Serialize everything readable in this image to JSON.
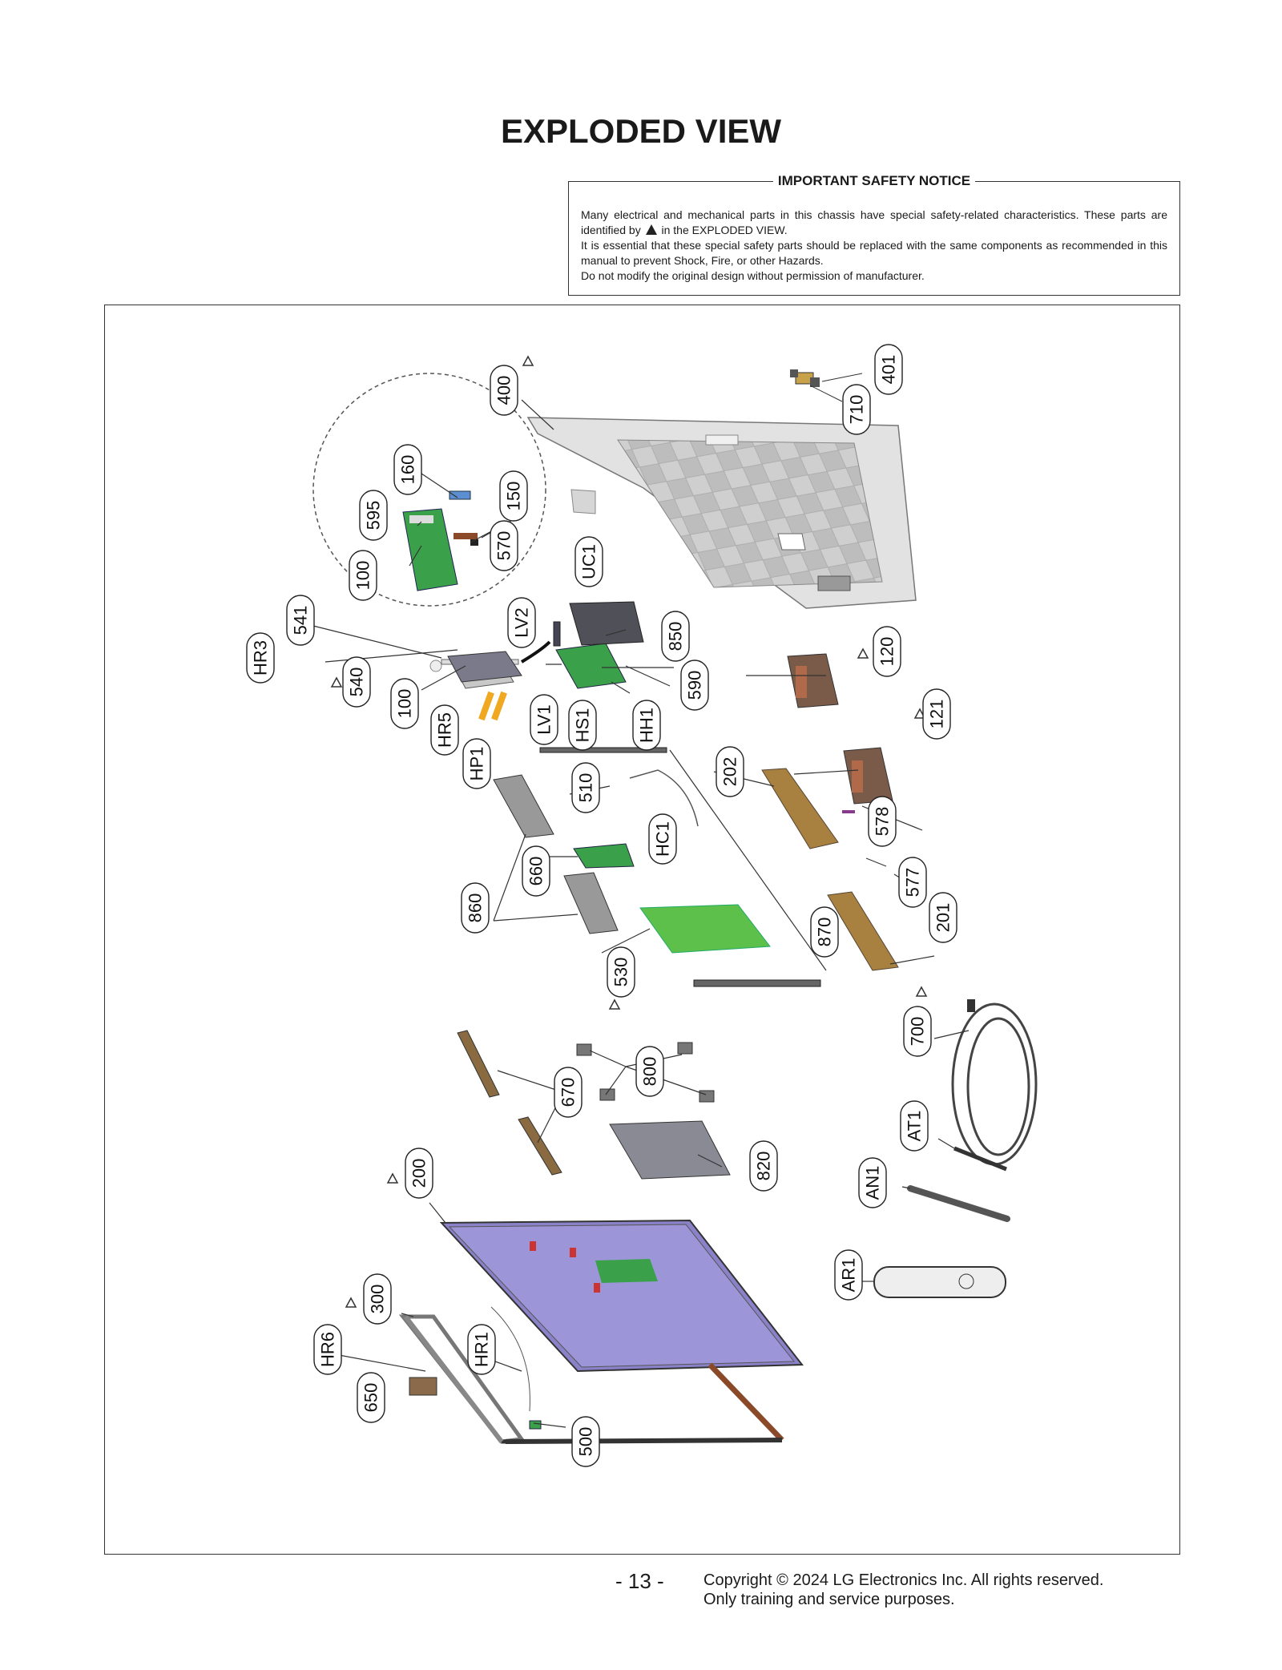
{
  "title": "EXPLODED VIEW",
  "notice": {
    "heading": "IMPORTANT SAFETY NOTICE",
    "line1a": "Many electrical and mechanical parts in this chassis have special safety-related characteristics. These parts are identified by",
    "line1b": "in the EXPLODED VIEW.",
    "line2": "It is essential that these special safety parts should be replaced with the same components as recommended in this manual to prevent Shock, Fire, or other Hazards.",
    "line3": "Do not modify the original design without permission of manufacturer."
  },
  "labels": {
    "p400": "400",
    "p401": "401",
    "p710": "710",
    "p160": "160",
    "p150": "150",
    "p595": "595",
    "p570": "570",
    "p100a": "100",
    "p541": "541",
    "p540": "540",
    "p100b": "100",
    "hr3": "HR3",
    "hr5": "HR5",
    "hp1": "HP1",
    "lv1": "LV1",
    "lv2": "LV2",
    "hs1": "HS1",
    "hh1": "HH1",
    "uc1": "UC1",
    "p850": "850",
    "p590": "590",
    "p120": "120",
    "p121": "121",
    "p202": "202",
    "p578": "578",
    "p577": "577",
    "p201": "201",
    "p510": "510",
    "hc1": "HC1",
    "p660": "660",
    "p860": "860",
    "p530": "530",
    "p870": "870",
    "p700": "700",
    "p670": "670",
    "p800": "800",
    "p820": "820",
    "at1": "AT1",
    "an1": "AN1",
    "ar1": "AR1",
    "p200": "200",
    "p300": "300",
    "hr6": "HR6",
    "hr1": "HR1",
    "p650": "650",
    "p500": "500"
  },
  "page_number": "- 13 -",
  "copyright": {
    "line1": "Copyright © 2024 LG Electronics Inc. All rights reserved.",
    "line2": "Only training and service purposes."
  }
}
